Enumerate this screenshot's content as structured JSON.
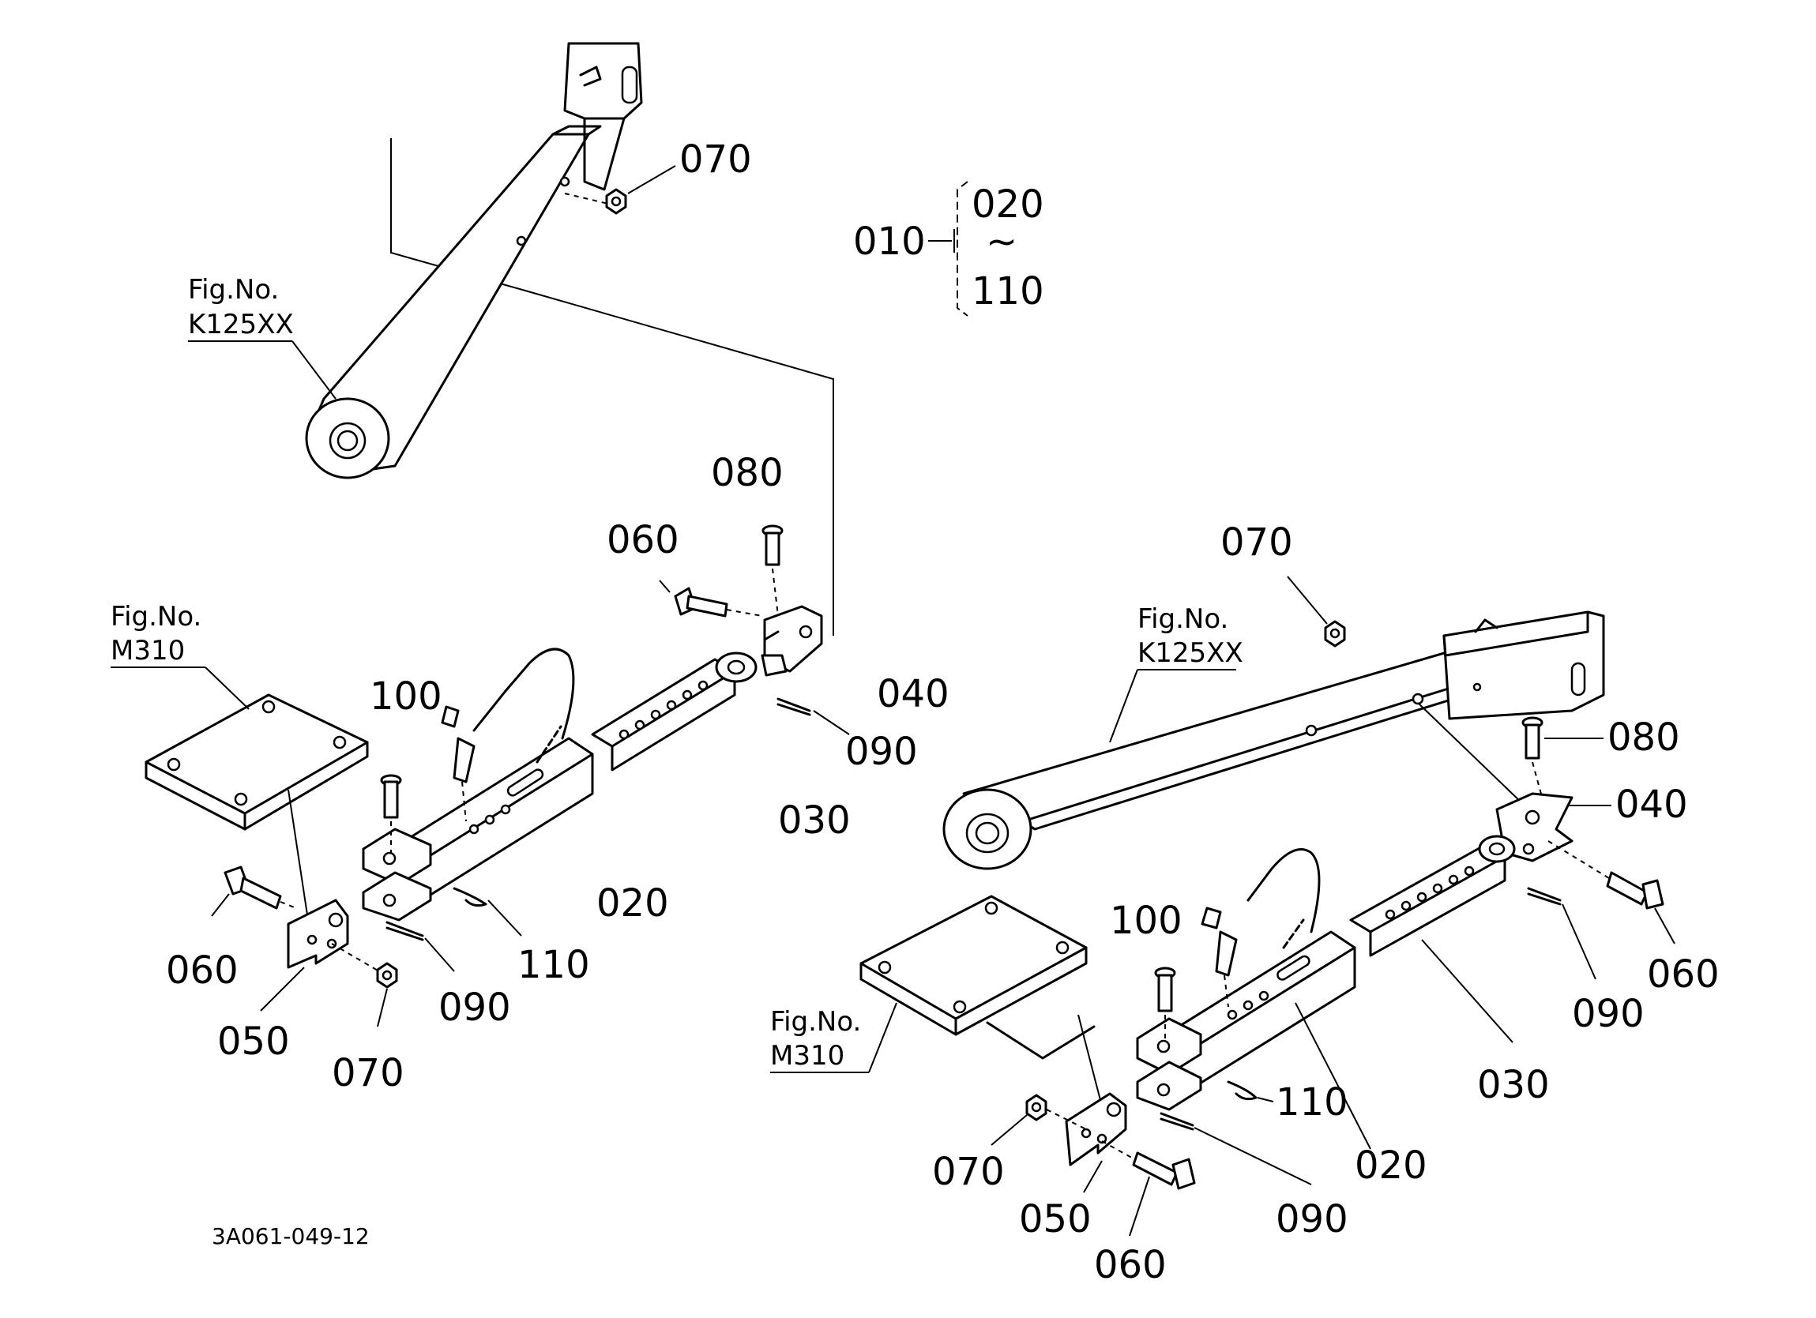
{
  "group_label": {
    "ref": "010",
    "from": "020",
    "tilde": "~",
    "to": "110"
  },
  "figure_refs": {
    "top_left": {
      "line1": "Fig.No.",
      "line2": "K125XX"
    },
    "left_plate": {
      "line1": "Fig.No.",
      "line2": "M310"
    },
    "right_arm": {
      "line1": "Fig.No.",
      "line2": "K125XX"
    },
    "right_plate": {
      "line1": "Fig.No.",
      "line2": "M310"
    }
  },
  "left_assembly": {
    "p070_top": "070",
    "p080": "080",
    "p060_top": "060",
    "p040": "040",
    "p090_right": "090",
    "p030": "030",
    "p100": "100",
    "p020": "020",
    "p110": "110",
    "p090_bottom": "090",
    "p060_bottom": "060",
    "p050": "050",
    "p070_bottom": "070"
  },
  "right_assembly": {
    "p070_top": "070",
    "p080": "080",
    "p040": "040",
    "p060_right": "060",
    "p090_right": "090",
    "p030": "030",
    "p100": "100",
    "p110": "110",
    "p020": "020",
    "p090_bottom": "090",
    "p070_bottom": "070",
    "p050": "050",
    "p060_bottom": "060"
  },
  "drawing_code": "3A061-049-12"
}
